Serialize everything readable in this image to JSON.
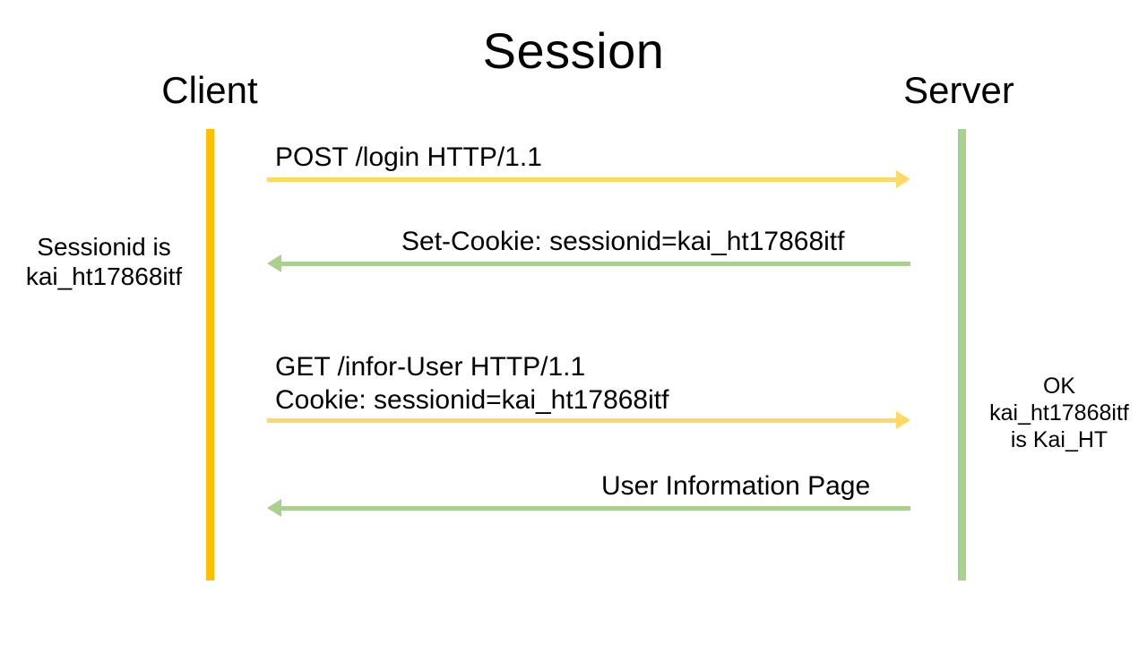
{
  "diagram": {
    "title": "Session",
    "type": "sequence-diagram",
    "background_color": "#FFFFFF",
    "actors": [
      {
        "id": "client",
        "label": "Client",
        "lifeline_color": "#FFC000"
      },
      {
        "id": "server",
        "label": "Server",
        "lifeline_color": "#A9D18E"
      }
    ],
    "messages": [
      {
        "id": "msg-1",
        "direction": "client-to-server",
        "color": "#FFD966",
        "caption": "POST /login HTTP/1.1"
      },
      {
        "id": "msg-2",
        "direction": "server-to-client",
        "color": "#A9D18E",
        "caption": "Set-Cookie: sessionid=kai_ht17868itf"
      },
      {
        "id": "msg-3",
        "direction": "client-to-server",
        "color": "#FFD966",
        "caption_line1": "GET /infor-User HTTP/1.1",
        "caption_line2": "Cookie: sessionid=kai_ht17868itf"
      },
      {
        "id": "msg-4",
        "direction": "server-to-client",
        "color": "#A9D18E",
        "caption": "User Information Page"
      }
    ],
    "notes": {
      "client_note": {
        "line1": "Sessionid is",
        "line2": "kai_ht17868itf"
      },
      "server_note": {
        "line1": "OK",
        "line2": "kai_ht17868itf",
        "line3": "is Kai_HT"
      }
    }
  }
}
